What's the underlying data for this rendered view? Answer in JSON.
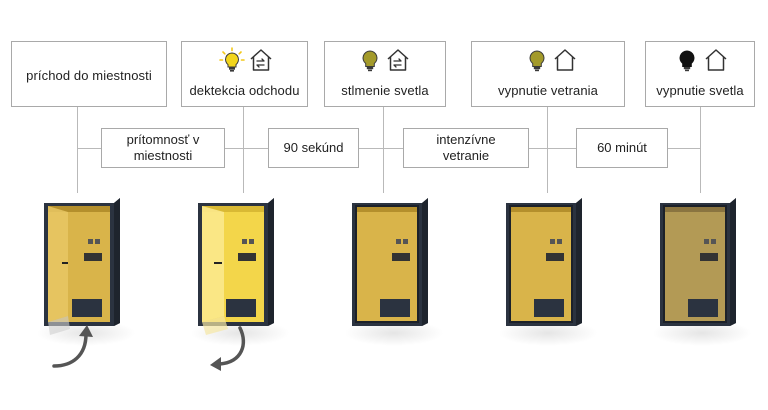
{
  "steps": [
    {
      "label": "príchod do miestnosti",
      "icons": []
    },
    {
      "label": "dektekcia odchodu",
      "icons": [
        "bulb-on-icon",
        "ventilation-on-icon"
      ]
    },
    {
      "label": "stlmenie svetla",
      "icons": [
        "bulb-dim-icon",
        "ventilation-on-icon"
      ]
    },
    {
      "label": "vypnutie vetrania",
      "icons": [
        "bulb-dim-icon",
        "house-icon"
      ]
    },
    {
      "label": "vypnutie svetla",
      "icons": [
        "bulb-off-icon",
        "house-icon"
      ]
    }
  ],
  "intervals": [
    {
      "line1": "prítomnosť v",
      "line2": "miestnosti"
    },
    {
      "line1": "90 sekúnd",
      "line2": ""
    },
    {
      "line1": "intenzívne",
      "line2": "vetranie"
    },
    {
      "line1": "60 minút",
      "line2": ""
    }
  ],
  "booths": [
    {
      "state": "door-open",
      "light": "medium"
    },
    {
      "state": "door-open",
      "light": "bright"
    },
    {
      "state": "closed",
      "light": "medium"
    },
    {
      "state": "closed",
      "light": "medium"
    },
    {
      "state": "closed",
      "light": "off"
    }
  ],
  "arrows": [
    "enter-arrow-icon",
    "exit-arrow-icon"
  ],
  "colors": {
    "line": "#b9b9b9",
    "box_border": "#a9a9a9",
    "bulb_on": "#f2d51c",
    "bulb_dim": "#a39a2a",
    "bulb_off": "#111111",
    "booth_frame": "#2b3340",
    "interior_warm": "#d9b44a",
    "interior_bright": "#f3d64a",
    "interior_off": "#b39a55"
  }
}
